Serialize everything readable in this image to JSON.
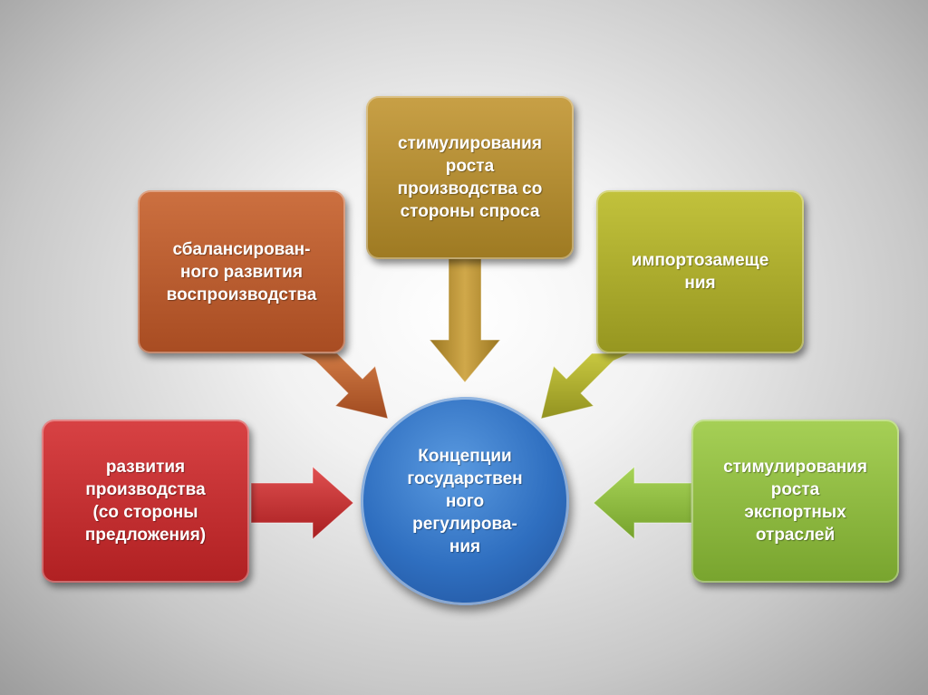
{
  "center": {
    "label": "Концепции\nгосударствен\nного\nрегулирова-\nния",
    "color": "#2f6fc0"
  },
  "boxes": [
    {
      "label": "развития\nпроизводства\n(со стороны\nпредложения)",
      "color": "#c0282a"
    },
    {
      "label": "сбалансирован-\nного развития\nвоспроизводства",
      "color": "#b65a2a"
    },
    {
      "label": "стимулирования\nроста\nпроизводства со\nстороны спроса",
      "color": "#ad872c"
    },
    {
      "label": "импортозамеще\nния",
      "color": "#a5a52a"
    },
    {
      "label": "стимулирования\nроста\nэкспортных\nотраслей",
      "color": "#88b43a"
    }
  ]
}
